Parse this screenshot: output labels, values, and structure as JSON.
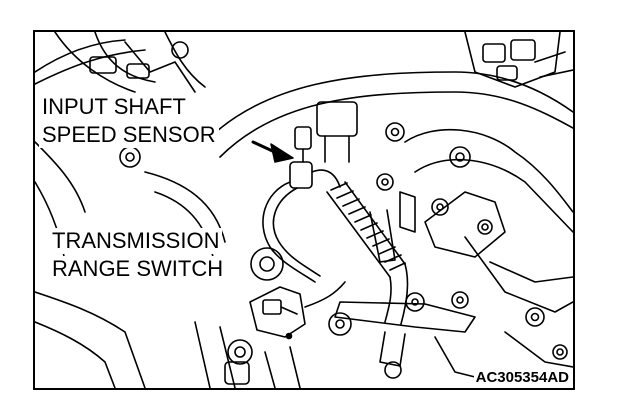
{
  "labels": {
    "input_shaft_line1": "INPUT SHAFT",
    "input_shaft_line2": "SPEED SENSOR",
    "transmission_line1": "TRANSMISSION",
    "transmission_line2": "RANGE SWITCH"
  },
  "figure_code": "AC305354AD",
  "colors": {
    "ink": "#000000",
    "paper": "#ffffff"
  }
}
